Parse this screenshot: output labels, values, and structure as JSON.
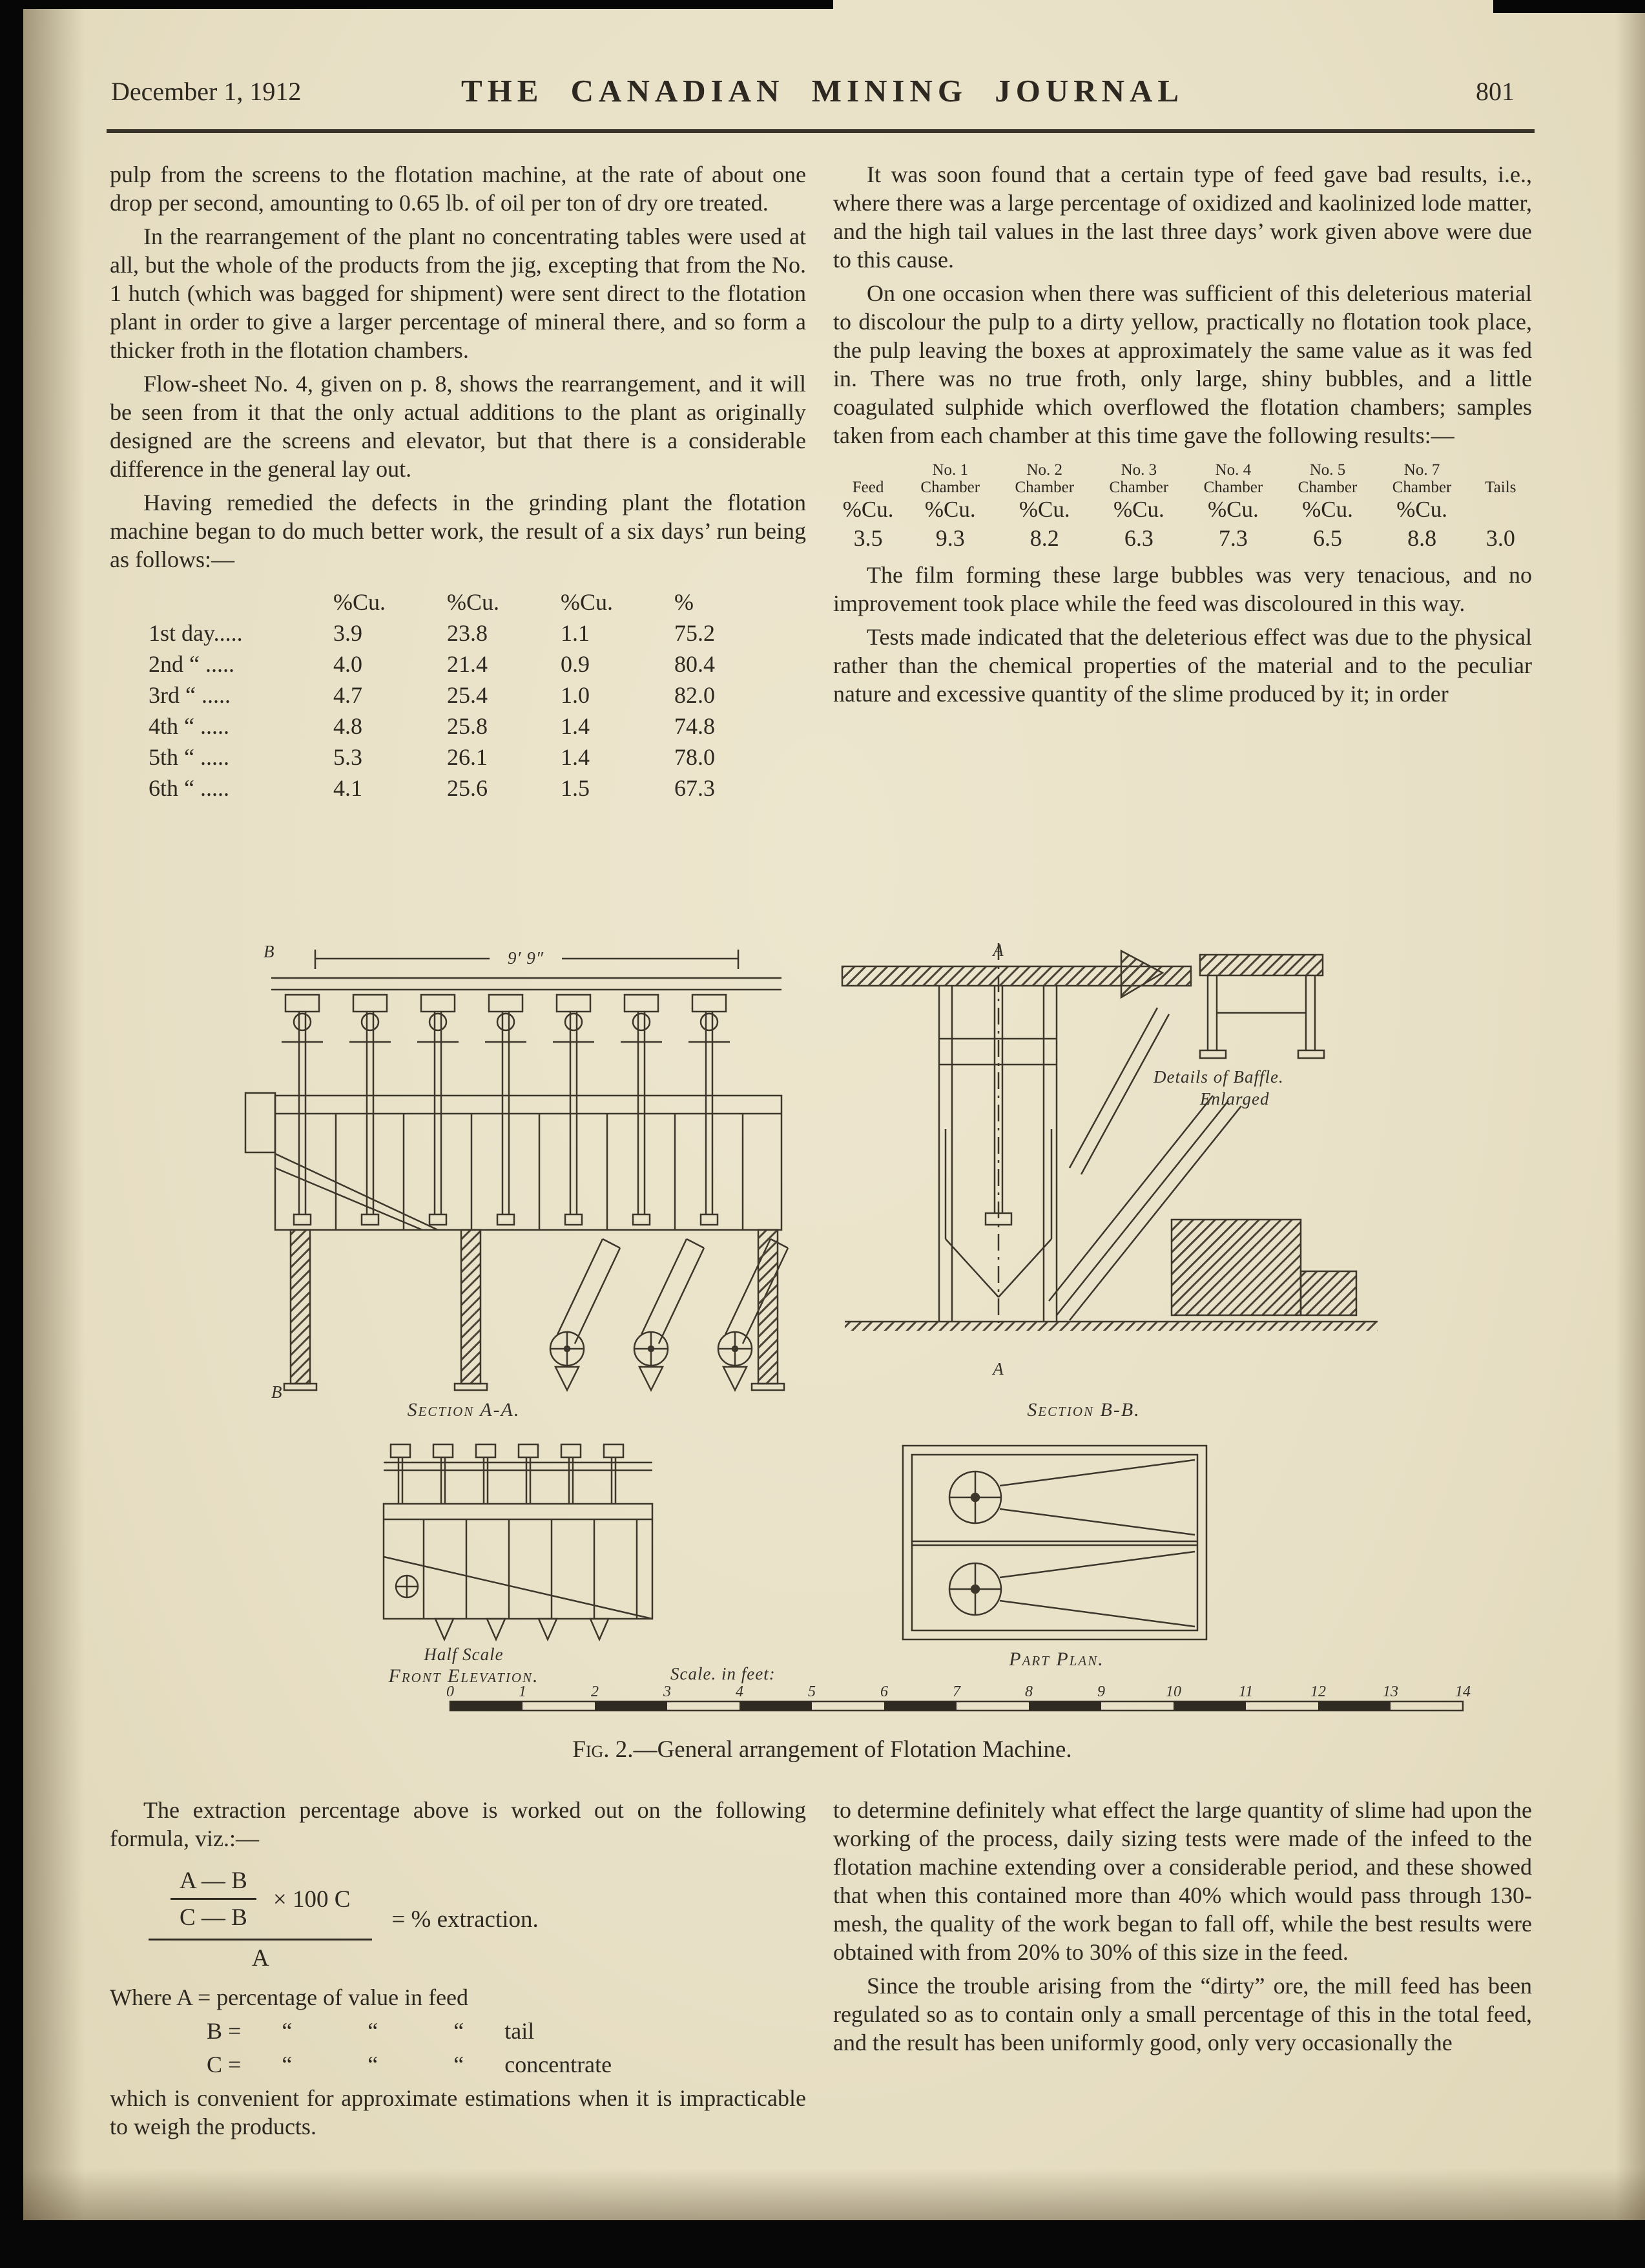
{
  "colors": {
    "paper": "#e8e0c6",
    "ink": "#2d2820"
  },
  "header": {
    "date": "December 1, 1912",
    "title": "THE CANADIAN MINING JOURNAL",
    "page_number": "801"
  },
  "left_top": {
    "para1": "pulp from the screens to the flotation machine, at the rate of about one drop per second, amounting to 0.65 lb. of oil per ton of dry ore treated.",
    "para2": "In the rearrangement of the plant no concentrating tables were used at all, but the whole of the products from the jig, excepting that from the No. 1 hutch (which was bagged for shipment) were sent direct to the flotation plant in order to give a larger percentage of mineral there, and so form a thicker froth in the flotation chambers.",
    "para3": "Flow-sheet No. 4, given on p. 8, shows the rearrangement, and it will be seen from it that the only actual additions to the plant as originally designed are the screens and elevator, but that there is a considerable difference in the general lay out.",
    "para4": "Having remedied the defects in the grinding plant the flotation machine began to do much better work, the result of a six days’ run being as follows:—",
    "results_table": {
      "headers": [
        "",
        "%Cu.",
        "%Cu.",
        "%Cu.",
        "%"
      ],
      "rows": [
        [
          "1st day.....",
          "3.9",
          "23.8",
          "1.1",
          "75.2"
        ],
        [
          "2nd “  .....",
          "4.0",
          "21.4",
          "0.9",
          "80.4"
        ],
        [
          "3rd “  .....",
          "4.7",
          "25.4",
          "1.0",
          "82.0"
        ],
        [
          "4th “  .....",
          "4.8",
          "25.8",
          "1.4",
          "74.8"
        ],
        [
          "5th “  .....",
          "5.3",
          "26.1",
          "1.4",
          "78.0"
        ],
        [
          "6th “  .....",
          "4.1",
          "25.6",
          "1.5",
          "67.3"
        ]
      ]
    }
  },
  "right_top": {
    "para1": "It was soon found that a certain type of feed gave bad results, i.e., where there was a large percentage of oxidized and kaolinized lode matter, and the high tail values in the last three days’ work given above were due to this cause.",
    "para2": "On one occasion when there was sufficient of this deleterious material to discolour the pulp to a dirty yellow, practically no flotation took place, the pulp leaving the boxes at approximately the same value as it was fed in.  There was no true froth, only large, shiny bubbles, and a little coagulated sulphide which overflowed the flotation chambers; samples taken from each chamber at this time gave the following results:—",
    "chamber_table": {
      "row_top": [
        "",
        "No. 1",
        "No. 2",
        "No. 3",
        "No. 4",
        "No. 5",
        "No. 7",
        ""
      ],
      "row_mid": [
        "Feed",
        "Chamber",
        "Chamber",
        "Chamber",
        "Chamber",
        "Chamber",
        "Chamber",
        "Tails"
      ],
      "row_pct": [
        "%Cu.",
        "%Cu.",
        "%Cu.",
        "%Cu.",
        "%Cu.",
        "%Cu.",
        "%Cu.",
        ""
      ],
      "row_val": [
        "3.5",
        "9.3",
        "8.2",
        "6.3",
        "7.3",
        "6.5",
        "8.8",
        "3.0"
      ]
    },
    "para3": "The film forming these large bubbles was very tenacious, and no improvement took place while the feed was discoloured in this way.",
    "para4": "Tests made indicated that the deleterious effect was due to the physical rather than the chemical properties of the material and to the peculiar nature and excessive quantity of the slime produced by it; in order"
  },
  "figure": {
    "dimension_label": "9′ 9″",
    "label_b_top": "B",
    "label_b_bottom": "B",
    "label_a_top": "A",
    "label_a_bottom": "A",
    "section_aa_label": "Section A-A.",
    "section_bb_label": "Section B-B.",
    "baffle_detail_line1": "Details of Baffle.",
    "baffle_detail_line2": "Enlarged",
    "front_elevation_line1": "Half Scale",
    "front_elevation_line2": "Front Elevation.",
    "part_plan_label": "Part Plan.",
    "scale_label": "Scale.  in feet:",
    "scale_numbers": [
      "0",
      "1",
      "2",
      "3",
      "4",
      "5",
      "6",
      "7",
      "8",
      "9",
      "10",
      "11",
      "12",
      "13",
      "14"
    ],
    "caption_prefix": "Fig. 2.",
    "caption_rest": "—General arrangement of Flotation Machine."
  },
  "bottom_left": {
    "para1": "The extraction percentage above is worked out on the following formula, viz.:—",
    "formula": {
      "num": "A — B",
      "den": "C — B",
      "mult": "× 100 C",
      "outer_den": "A",
      "result": "= % extraction."
    },
    "where_a": "Where A = percentage of value in feed",
    "where_b": "B =       “             “             “       tail",
    "where_c": "C =       “             “             “       concentrate",
    "para2": "which is convenient for approximate estimations when it is impracticable to weigh the products."
  },
  "bottom_right": {
    "para1": "to determine definitely what effect the large quantity of slime had upon the working of the process, daily sizing tests were made of the infeed to the flotation machine extending over a considerable period, and these showed that when this contained more than 40% which would pass through 130-mesh, the quality of the work began to fall off, while the best results were obtained with from 20% to 30% of this size in the feed.",
    "para2": "Since the trouble arising from the “dirty” ore, the mill feed has been regulated so as to contain only a small percentage of this in the total feed, and the result has been uniformly good, only very occasionally the"
  }
}
